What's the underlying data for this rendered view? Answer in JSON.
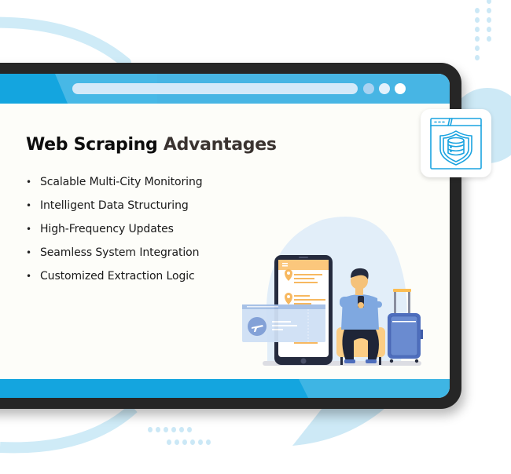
{
  "heading": {
    "primary": "Web Scraping",
    "accent": "Advantages"
  },
  "advantages": [
    "Scalable Multi-City Monitoring",
    "Intelligent Data Structuring",
    "High-Frequency Updates",
    "Seamless System Integration",
    "Customized Extraction Logic"
  ],
  "bullet_glyph": "•",
  "icons": {
    "badge": "database-shield-icon",
    "illustration": "traveler-with-phone-and-luggage"
  },
  "colors": {
    "frame": "#262626",
    "bar_blue": "#14a5df",
    "address_bar": "#d4e9f9",
    "badge_icon": "#1aa3e0",
    "decor_light_blue": "#cbe8f6",
    "title_primary": "#0c0c0c",
    "title_accent": "#3a3330"
  }
}
